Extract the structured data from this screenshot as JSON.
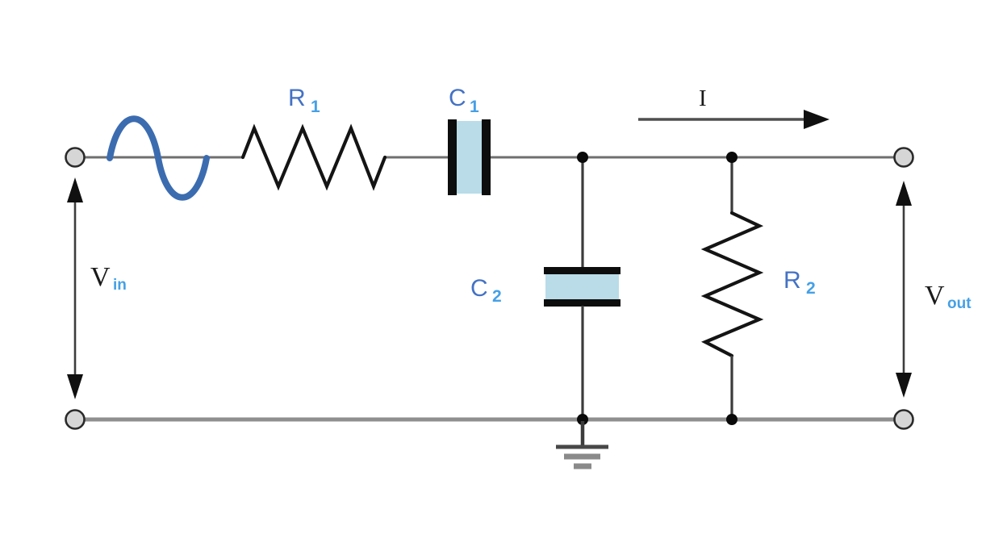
{
  "diagram": {
    "colors": {
      "wire_gray": "#6f6f6f",
      "bottom_rail_gray": "#8f8f8f",
      "component_black": "#141414",
      "dielectric_blue": "#b9dce8",
      "sine_blue": "#3c6cb0",
      "label_blue": "#4472c4",
      "subscript_blue": "#45a0e6",
      "text_black": "#1a1a1a",
      "terminal_fill": "#d6d6d6",
      "ground_gray": "#8a8a8a"
    },
    "labels": {
      "r1": {
        "main": "R",
        "sub": "1"
      },
      "c1": {
        "main": "C",
        "sub": "1"
      },
      "c2": {
        "main": "C",
        "sub": "2"
      },
      "r2": {
        "main": "R",
        "sub": "2"
      },
      "current": {
        "main": "I"
      },
      "vin": {
        "main": "V",
        "sub": "in"
      },
      "vout": {
        "main": "V",
        "sub": "out"
      }
    },
    "icons": {
      "source": "sine-wave",
      "ground": "earth-ground",
      "current_arrow": "right-arrow",
      "vin_arrow": "vertical-double-arrow",
      "vout_arrow": "vertical-double-arrow"
    }
  }
}
